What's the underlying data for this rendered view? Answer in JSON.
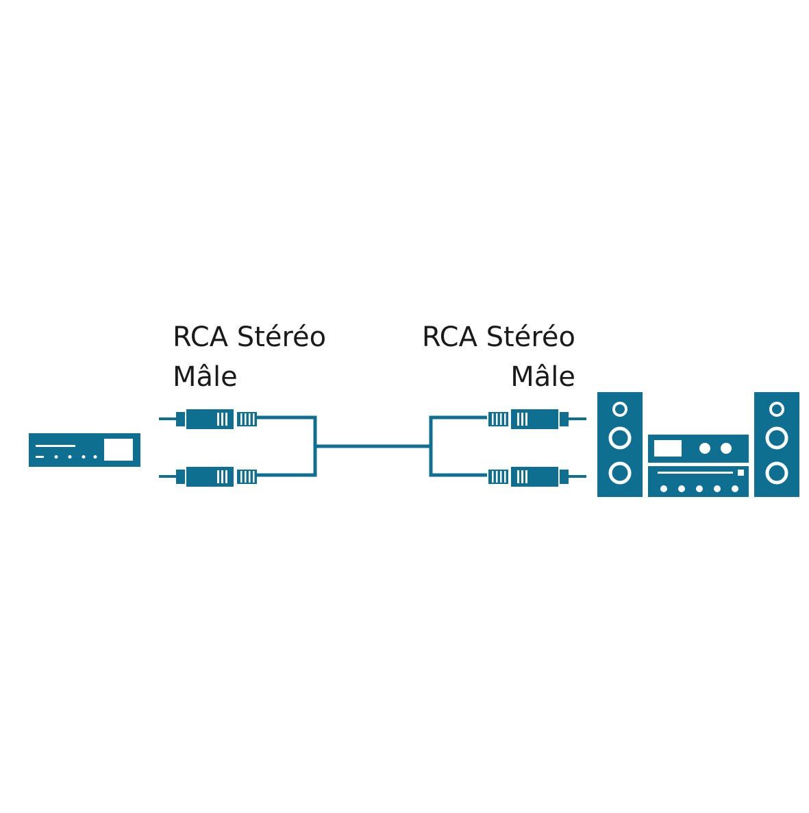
{
  "colors": {
    "accent": "#0f6f90",
    "background": "#ffffff",
    "text": "#1a1a1a"
  },
  "left_connector": {
    "line1": "RCA Stéréo",
    "line2": "Mâle"
  },
  "right_connector": {
    "line1": "RCA Stéréo",
    "line2": "Mâle"
  },
  "icons": {
    "source_device": "source-device-icon",
    "plug": "rca-plug-icon",
    "hifi_system": "hifi-stereo-system-icon"
  }
}
